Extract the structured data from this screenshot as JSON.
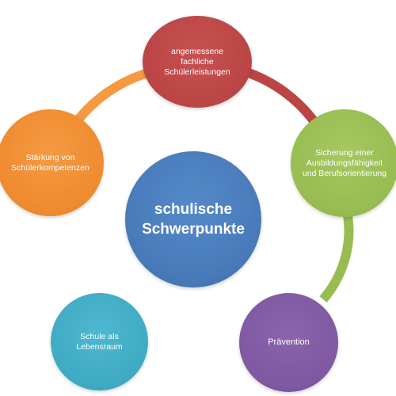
{
  "diagram": {
    "center": {
      "label": "schulische\nSchwerpunkte",
      "color": "#4a7cbc"
    },
    "nodes": {
      "top": {
        "label": "angemessene\nfachliche\nSchülerleistungen",
        "color": "#bb4545"
      },
      "left": {
        "label": "Stärkung von\nSchülerkompetenzen",
        "color": "#ef8a2f"
      },
      "right": {
        "label": "Sicherung einer\nAusbildungsfähigkeit\nund Berufsorientierung",
        "color": "#97bc52"
      },
      "bottom_right": {
        "label": "Prävention",
        "color": "#7e58a1"
      },
      "bottom_left": {
        "label": "Schule als\nLebensraum",
        "color": "#3faac3"
      }
    },
    "connectors": [
      {
        "from": "left",
        "to": "top",
        "color": "#f59a42"
      },
      {
        "from": "top",
        "to": "right",
        "color": "#bb4545"
      },
      {
        "from": "right",
        "to": "bottom_right",
        "color": "#97bc52"
      }
    ]
  }
}
